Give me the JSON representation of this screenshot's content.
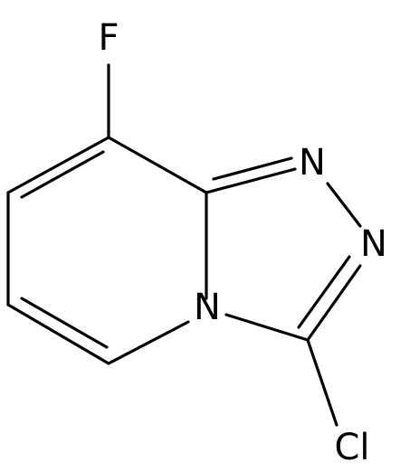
{
  "molecule": {
    "atoms": {
      "fluorine": "F",
      "nitrogen_1": "N",
      "nitrogen_2": "N",
      "nitrogen_bridge": "N",
      "chlorine": "Cl"
    }
  },
  "colors": {
    "bond": "#000000",
    "label": "#000000",
    "background": "#ffffff"
  }
}
